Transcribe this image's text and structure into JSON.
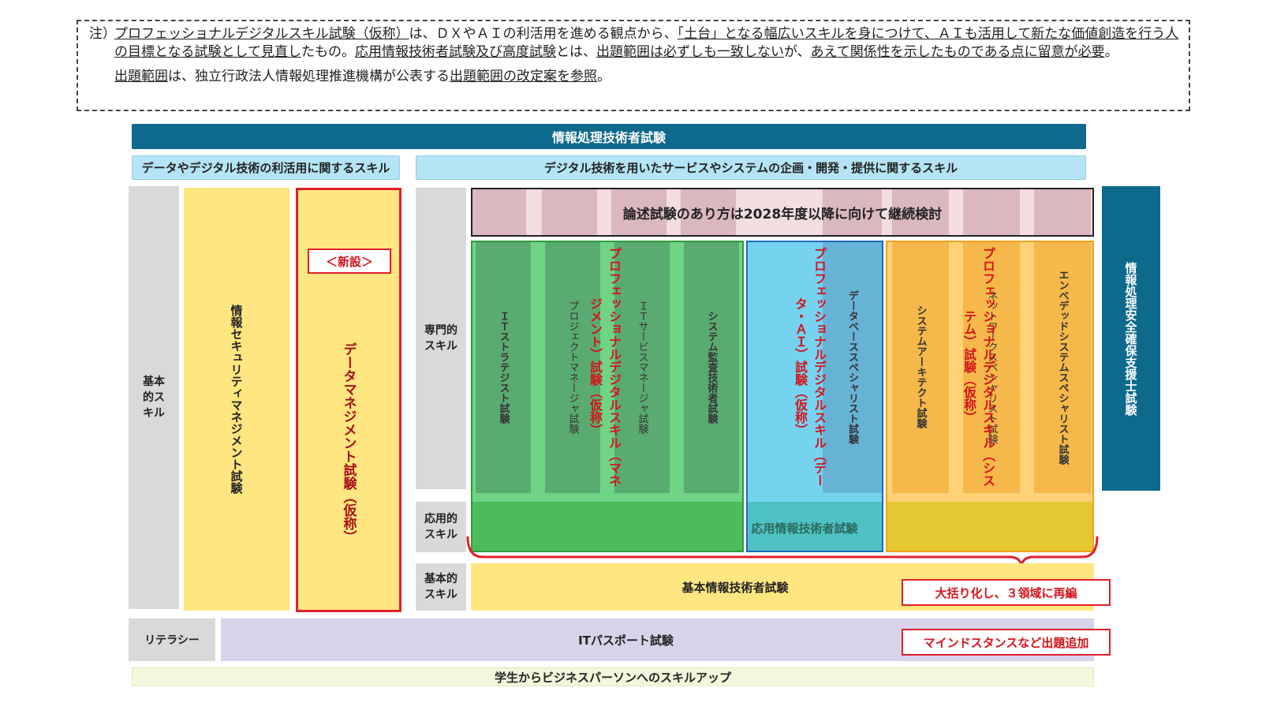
{
  "note": {
    "prefix": "注）",
    "p1_a": "プロフェッショナルデジタルスキル試験（仮称）",
    "p1_b": "は、ＤＸやＡＩの利活用を進める観点から、",
    "p1_c": "「土台」となる幅広いスキルを身につけて、ＡＩも活用して新たな価値創造を行う人の目標となる試験として見直し",
    "p1_d": "たもの。",
    "p1_e": "応用情報技術者試験及び高度試験",
    "p1_f": "とは、",
    "p1_g": "出題範囲は必ずしも一致しない",
    "p1_h": "が、",
    "p1_i": "あえて関係性を示したものである点に留意が必要",
    "p1_j": "。",
    "p2_a": "出題範囲",
    "p2_b": "は、独立行政法人情報処理推進機構が公表する",
    "p2_c": "出題範囲の改定案を参照",
    "p2_d": "。"
  },
  "header": {
    "title": "情報処理技術者試験",
    "left_category": "データやデジタル技術の利活用に関するスキル",
    "right_category": "デジタル技術を用いたサービスやシステムの企画・開発・提供に関するスキル"
  },
  "left_area": {
    "basic_skill": "基本的スキル",
    "security_exam": "情報セキュリティマネジメント試験",
    "new_label": "＜新設＞",
    "data_exam": "データマネジメント試験（仮称）"
  },
  "levels": {
    "expert": "専門的スキル",
    "applied": "応用的スキル",
    "basic": "基本的スキル",
    "literacy": "リテラシー"
  },
  "essay_banner": "論述試験のあり方は2028年度以降に向けて継続検討",
  "green_group": {
    "columns": [
      "ＩＴストラテジスト試験",
      "プロジェクトマネージャ試験",
      "ＩＴサービスマネージャ試験",
      "システム監査技術者試験"
    ],
    "new_exam": "プロフェッショナルデジタルスキル（マネジメント）試験（仮称）"
  },
  "blue_group": {
    "columns": [
      "データベーススペシャリスト試験"
    ],
    "new_exam": "プロフェッショナルデジタルスキル（データ・ＡＩ）試験（仮称）"
  },
  "orange_group": {
    "columns": [
      "システムアーキテクト試験",
      "ネットワークスペシャリスト試験",
      "エンベデッドシステムスペシャリスト試験"
    ],
    "new_exam": "プロフェッショナルデジタルスキル（システム）試験（仮称）"
  },
  "applied_exam": "応用情報技術者試験",
  "fundamental_exam": "基本情報技術者試験",
  "callout_reorg": "大括り化し、３領域に再編",
  "passport_exam": "ITパスポート試験",
  "callout_mindset": "マインドスタンスなど出題追加",
  "right_exam": "情報処理安全確保支援士試験",
  "bottom_bar": "学生からビジネスパーソンへのスキルアップ",
  "colors": {
    "header": "#0e6a8c",
    "category": "#b4e4f6",
    "green": "#4cbb5a",
    "blue": "#5bc8e8",
    "orange": "#f6b84a",
    "yellow": "#ffe680",
    "lavender": "#d8d2ea",
    "pink": "#dbb7bf",
    "red": "#e0202a"
  }
}
